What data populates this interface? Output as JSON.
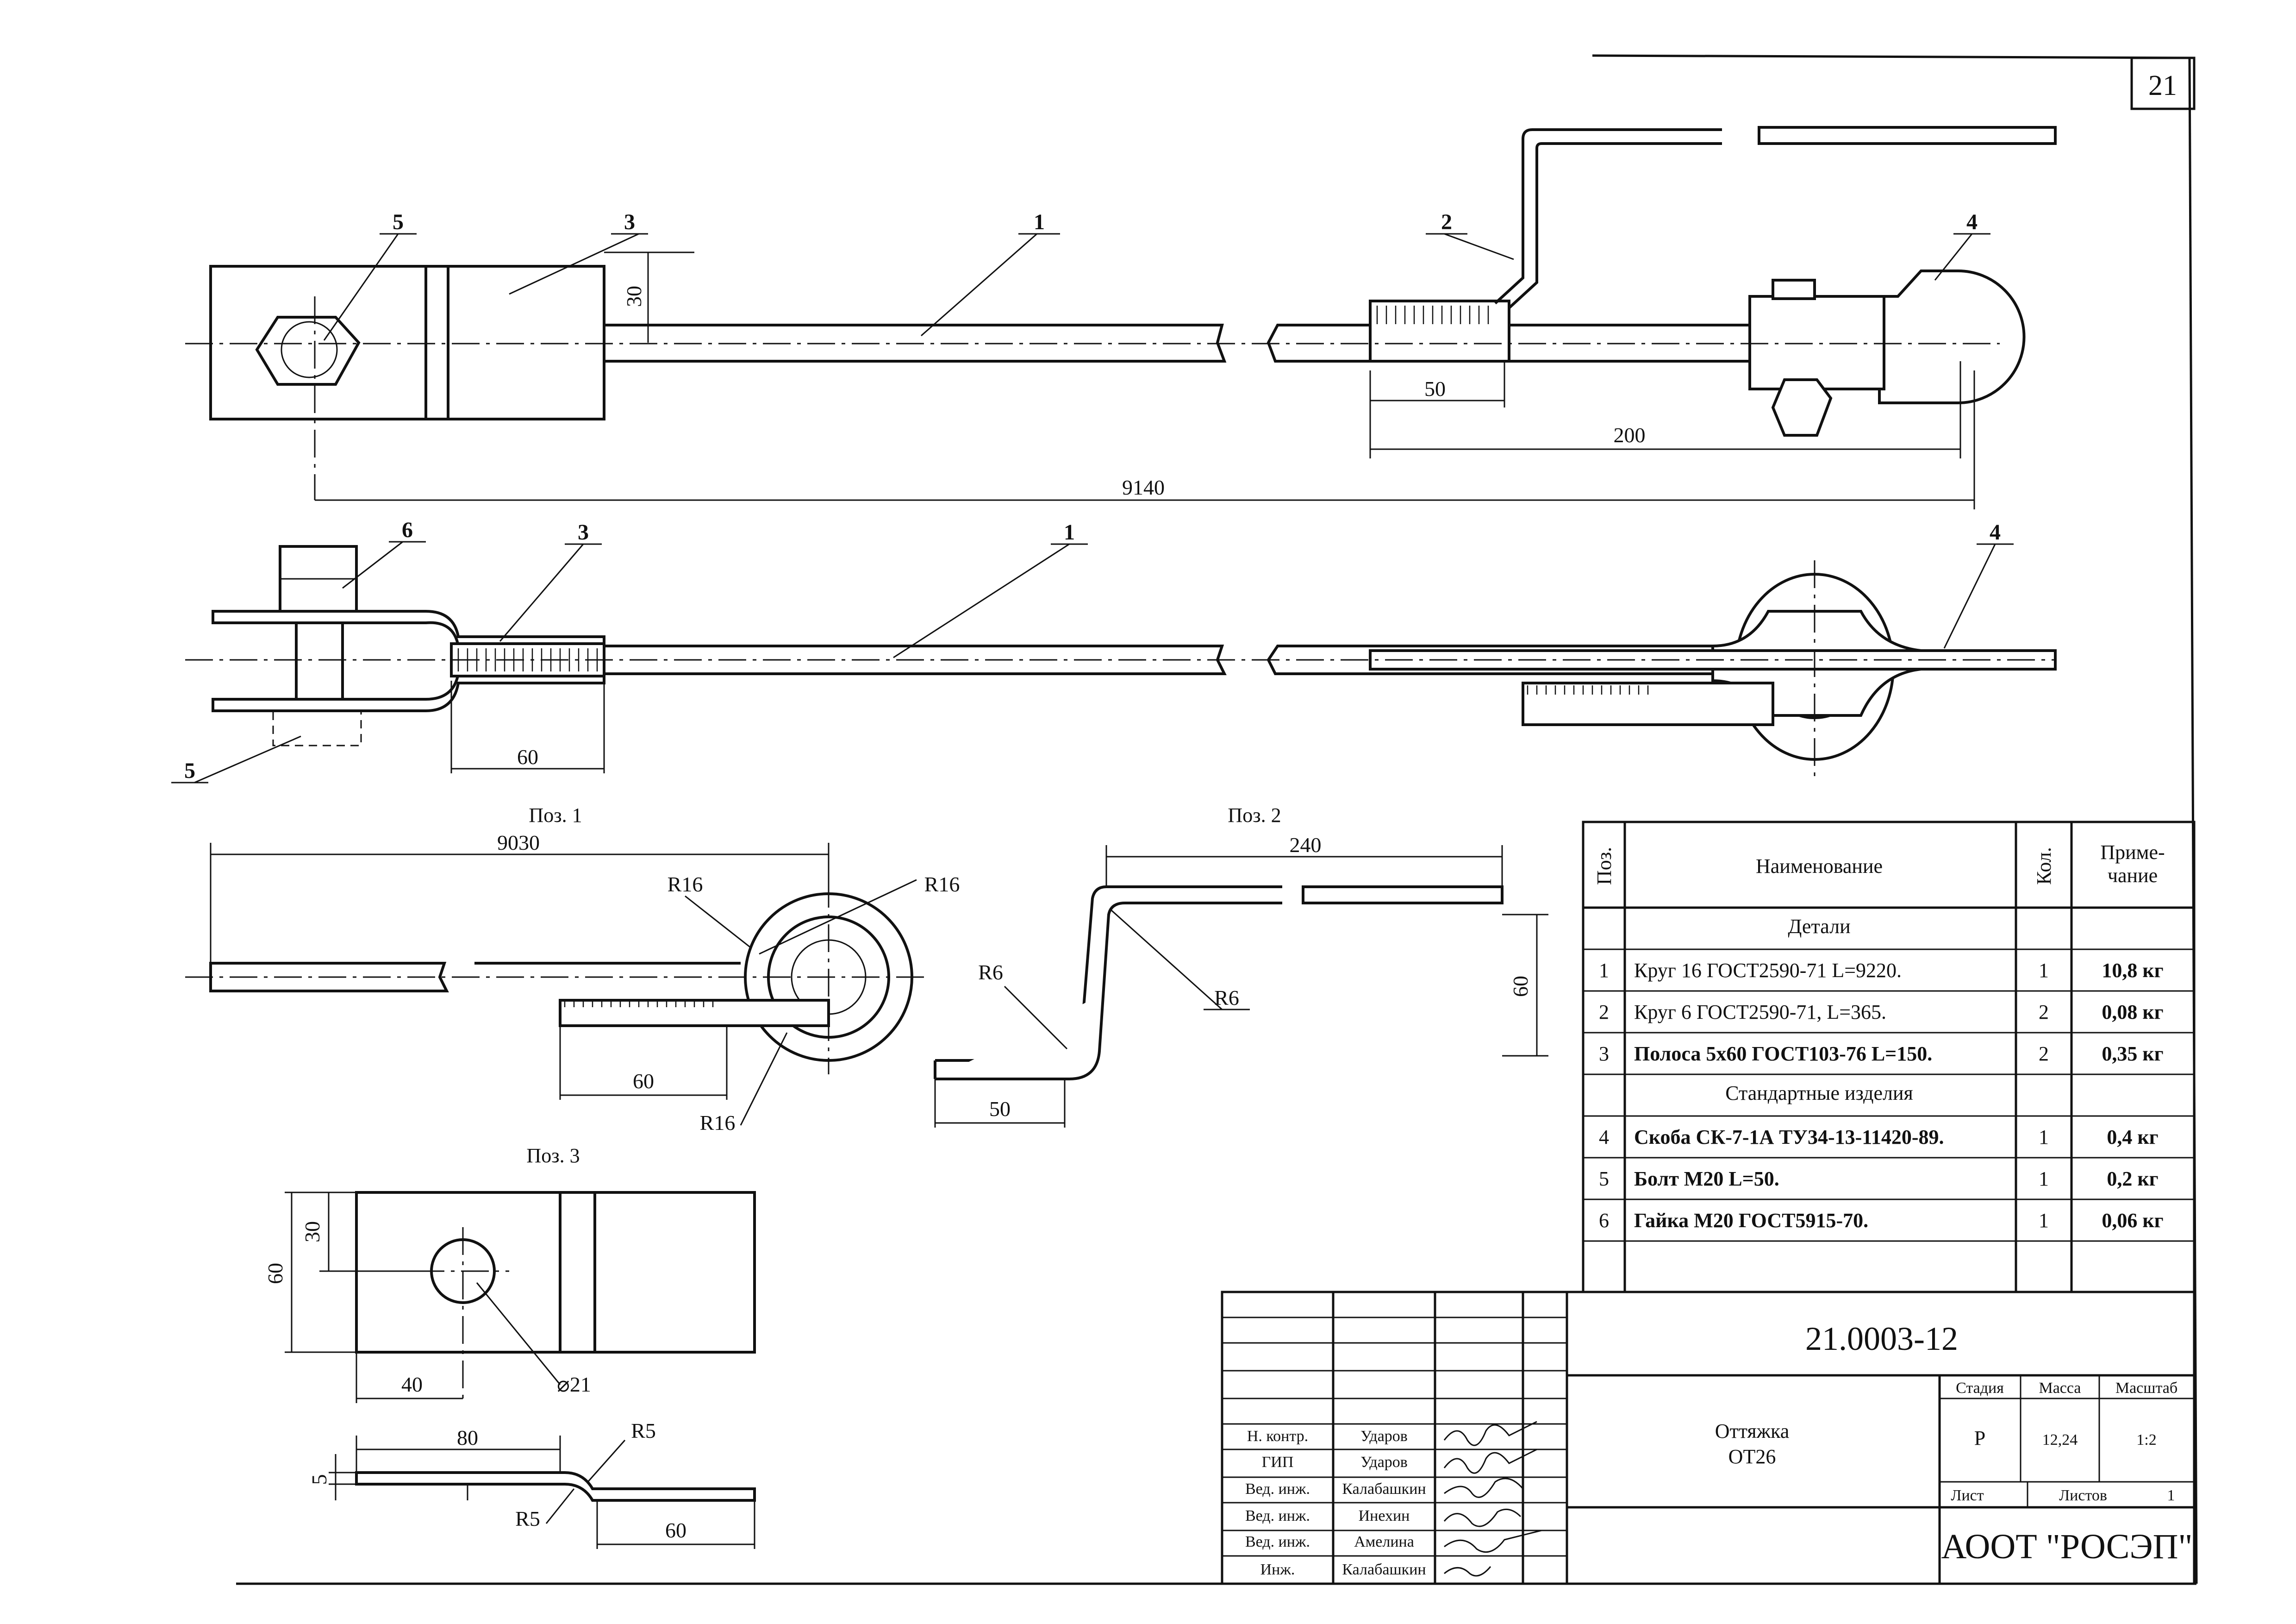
{
  "sheet": {
    "number": "21"
  },
  "views": {
    "top": {
      "positions": [
        "5",
        "3",
        "1",
        "2",
        "4"
      ],
      "dims": {
        "d30": "30",
        "d50": "50",
        "d200": "200",
        "d9140": "9140"
      }
    },
    "side": {
      "positions": [
        "6",
        "3",
        "1",
        "4",
        "5"
      ],
      "dims": {
        "d60": "60"
      }
    },
    "pos1": {
      "caption": "Поз. 1",
      "dims": {
        "len": "9030",
        "r1": "R16",
        "r2": "R16",
        "r3": "R16",
        "thread": "60"
      }
    },
    "pos2": {
      "caption": "Поз. 2",
      "dims": {
        "len": "240",
        "h": "60",
        "r1": "R6",
        "r2": "R6",
        "foot": "50"
      }
    },
    "pos3": {
      "caption": "Поз. 3",
      "dims": {
        "w": "60",
        "half": "30",
        "x40": "40",
        "hole": "⌀21",
        "l80": "80",
        "t5": "5",
        "r1": "R5",
        "r2": "R5",
        "l60": "60"
      }
    }
  },
  "spec_table": {
    "headers": {
      "pos": "Поз.",
      "name": "Наименование",
      "qty": "Кол.",
      "note": "Приме-\nчание"
    },
    "sections": {
      "details": "Детали",
      "standard": "Стандартные изделия"
    },
    "rows": [
      {
        "pos": "1",
        "name": "Круг 16 ГОСТ2590-71 L=9220.",
        "qty": "1",
        "note": "10,8 кг"
      },
      {
        "pos": "2",
        "name": "Круг 6 ГОСТ2590-71, L=365.",
        "qty": "2",
        "note": "0,08 кг"
      },
      {
        "pos": "3",
        "name": "Полоса 5х60 ГОСТ103-76 L=150.",
        "qty": "2",
        "note": "0,35 кг"
      },
      {
        "pos": "4",
        "name": "Скоба СК-7-1А ТУ34-13-11420-89.",
        "qty": "1",
        "note": "0,4 кг"
      },
      {
        "pos": "5",
        "name": "Болт М20 L=50.",
        "qty": "1",
        "note": "0,2 кг"
      },
      {
        "pos": "6",
        "name": "Гайка М20 ГОСТ5915-70.",
        "qty": "1",
        "note": "0,06 кг"
      }
    ]
  },
  "title_block": {
    "doc_number": "21.0003-12",
    "title_line1": "Оттяжка",
    "title_line2": "ОТ26",
    "stage_label": "Стадия",
    "mass_label": "Масса",
    "scale_label": "Масштаб",
    "stage": "Р",
    "mass": "12,24",
    "scale": "1:2",
    "sheet_label": "Лист",
    "sheets_label": "Листов",
    "sheets_count": "1",
    "organization": "АООТ \"РОСЭП\"",
    "signatures": [
      {
        "role": "Н. контр.",
        "name": "Ударов"
      },
      {
        "role": "ГИП",
        "name": "Ударов"
      },
      {
        "role": "Вед. инж.",
        "name": "Калабашкин"
      },
      {
        "role": "Вед. инж.",
        "name": "Инехин"
      },
      {
        "role": "Вед. инж.",
        "name": "Амелина"
      },
      {
        "role": "Инж.",
        "name": "Калабашкин"
      }
    ]
  }
}
